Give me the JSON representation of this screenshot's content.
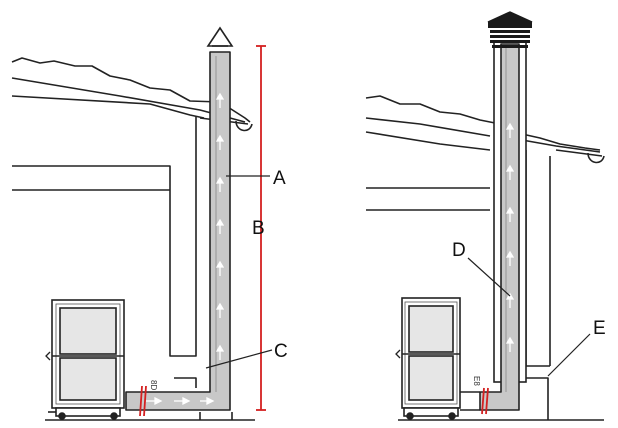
{
  "labels": {
    "a": "A",
    "b": "B",
    "c": "C",
    "d": "D",
    "e": "E"
  },
  "small_marks": {
    "left_pipe_mark": "8D",
    "right_pipe_mark": "E8"
  },
  "colors": {
    "line": "#222222",
    "pipe_fill": "#c8c8c8",
    "measure": "#d42020",
    "arrow": "#ffffff",
    "cap_fill": "#1a1a1a"
  }
}
